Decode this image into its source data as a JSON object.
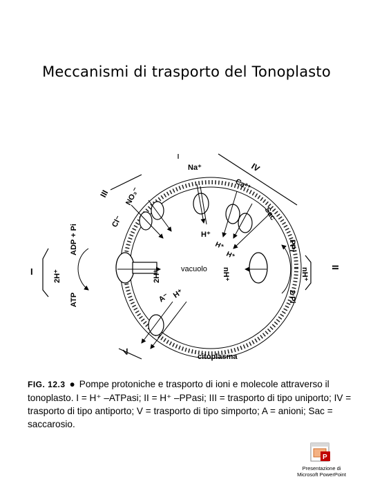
{
  "slide": {
    "title": "Meccanismi di trasporto del Tonoplasto"
  },
  "diagram": {
    "compartments": {
      "inside": "vacuolo",
      "outside": "citoplasma"
    },
    "pumps": {
      "I": {
        "roman": "I",
        "proton": "2H⁺",
        "substrate": "ATP",
        "product": "ADP + Pi",
        "proton_inside": "2H⁺"
      },
      "II": {
        "roman": "II",
        "proton": "nH⁺",
        "substrate": "PPi",
        "product": "2 Pi",
        "proton_inside": "nH⁺"
      }
    },
    "groups": {
      "III": {
        "roman": "III",
        "ions": [
          "Cl⁻",
          "NO₃⁻"
        ]
      },
      "IV": {
        "roman": "IV",
        "ions": [
          "Na⁺",
          "Ca²⁺"
        ],
        "counter_ion": "H⁺"
      },
      "V": {
        "roman": "V",
        "solutes": [
          "A⁻",
          "Sac"
        ],
        "cotransport_ion": "H⁺"
      }
    }
  },
  "caption": {
    "fig_label": "FIG. 12.3",
    "bullet": "●",
    "text": "Pompe protoniche e trasporto di ioni e molecole attraverso il tonoplasto. I = H⁺ –ATPasi; II = H⁺ –PPasi; III = trasporto di tipo uniporto; IV = trasporto di tipo antiporto; V = trasporto di tipo simporto; A = anioni; Sac = saccarosio."
  },
  "app_icon": {
    "label_line1": "Presentazione di",
    "label_line2": "Microsoft PowerPoint"
  }
}
